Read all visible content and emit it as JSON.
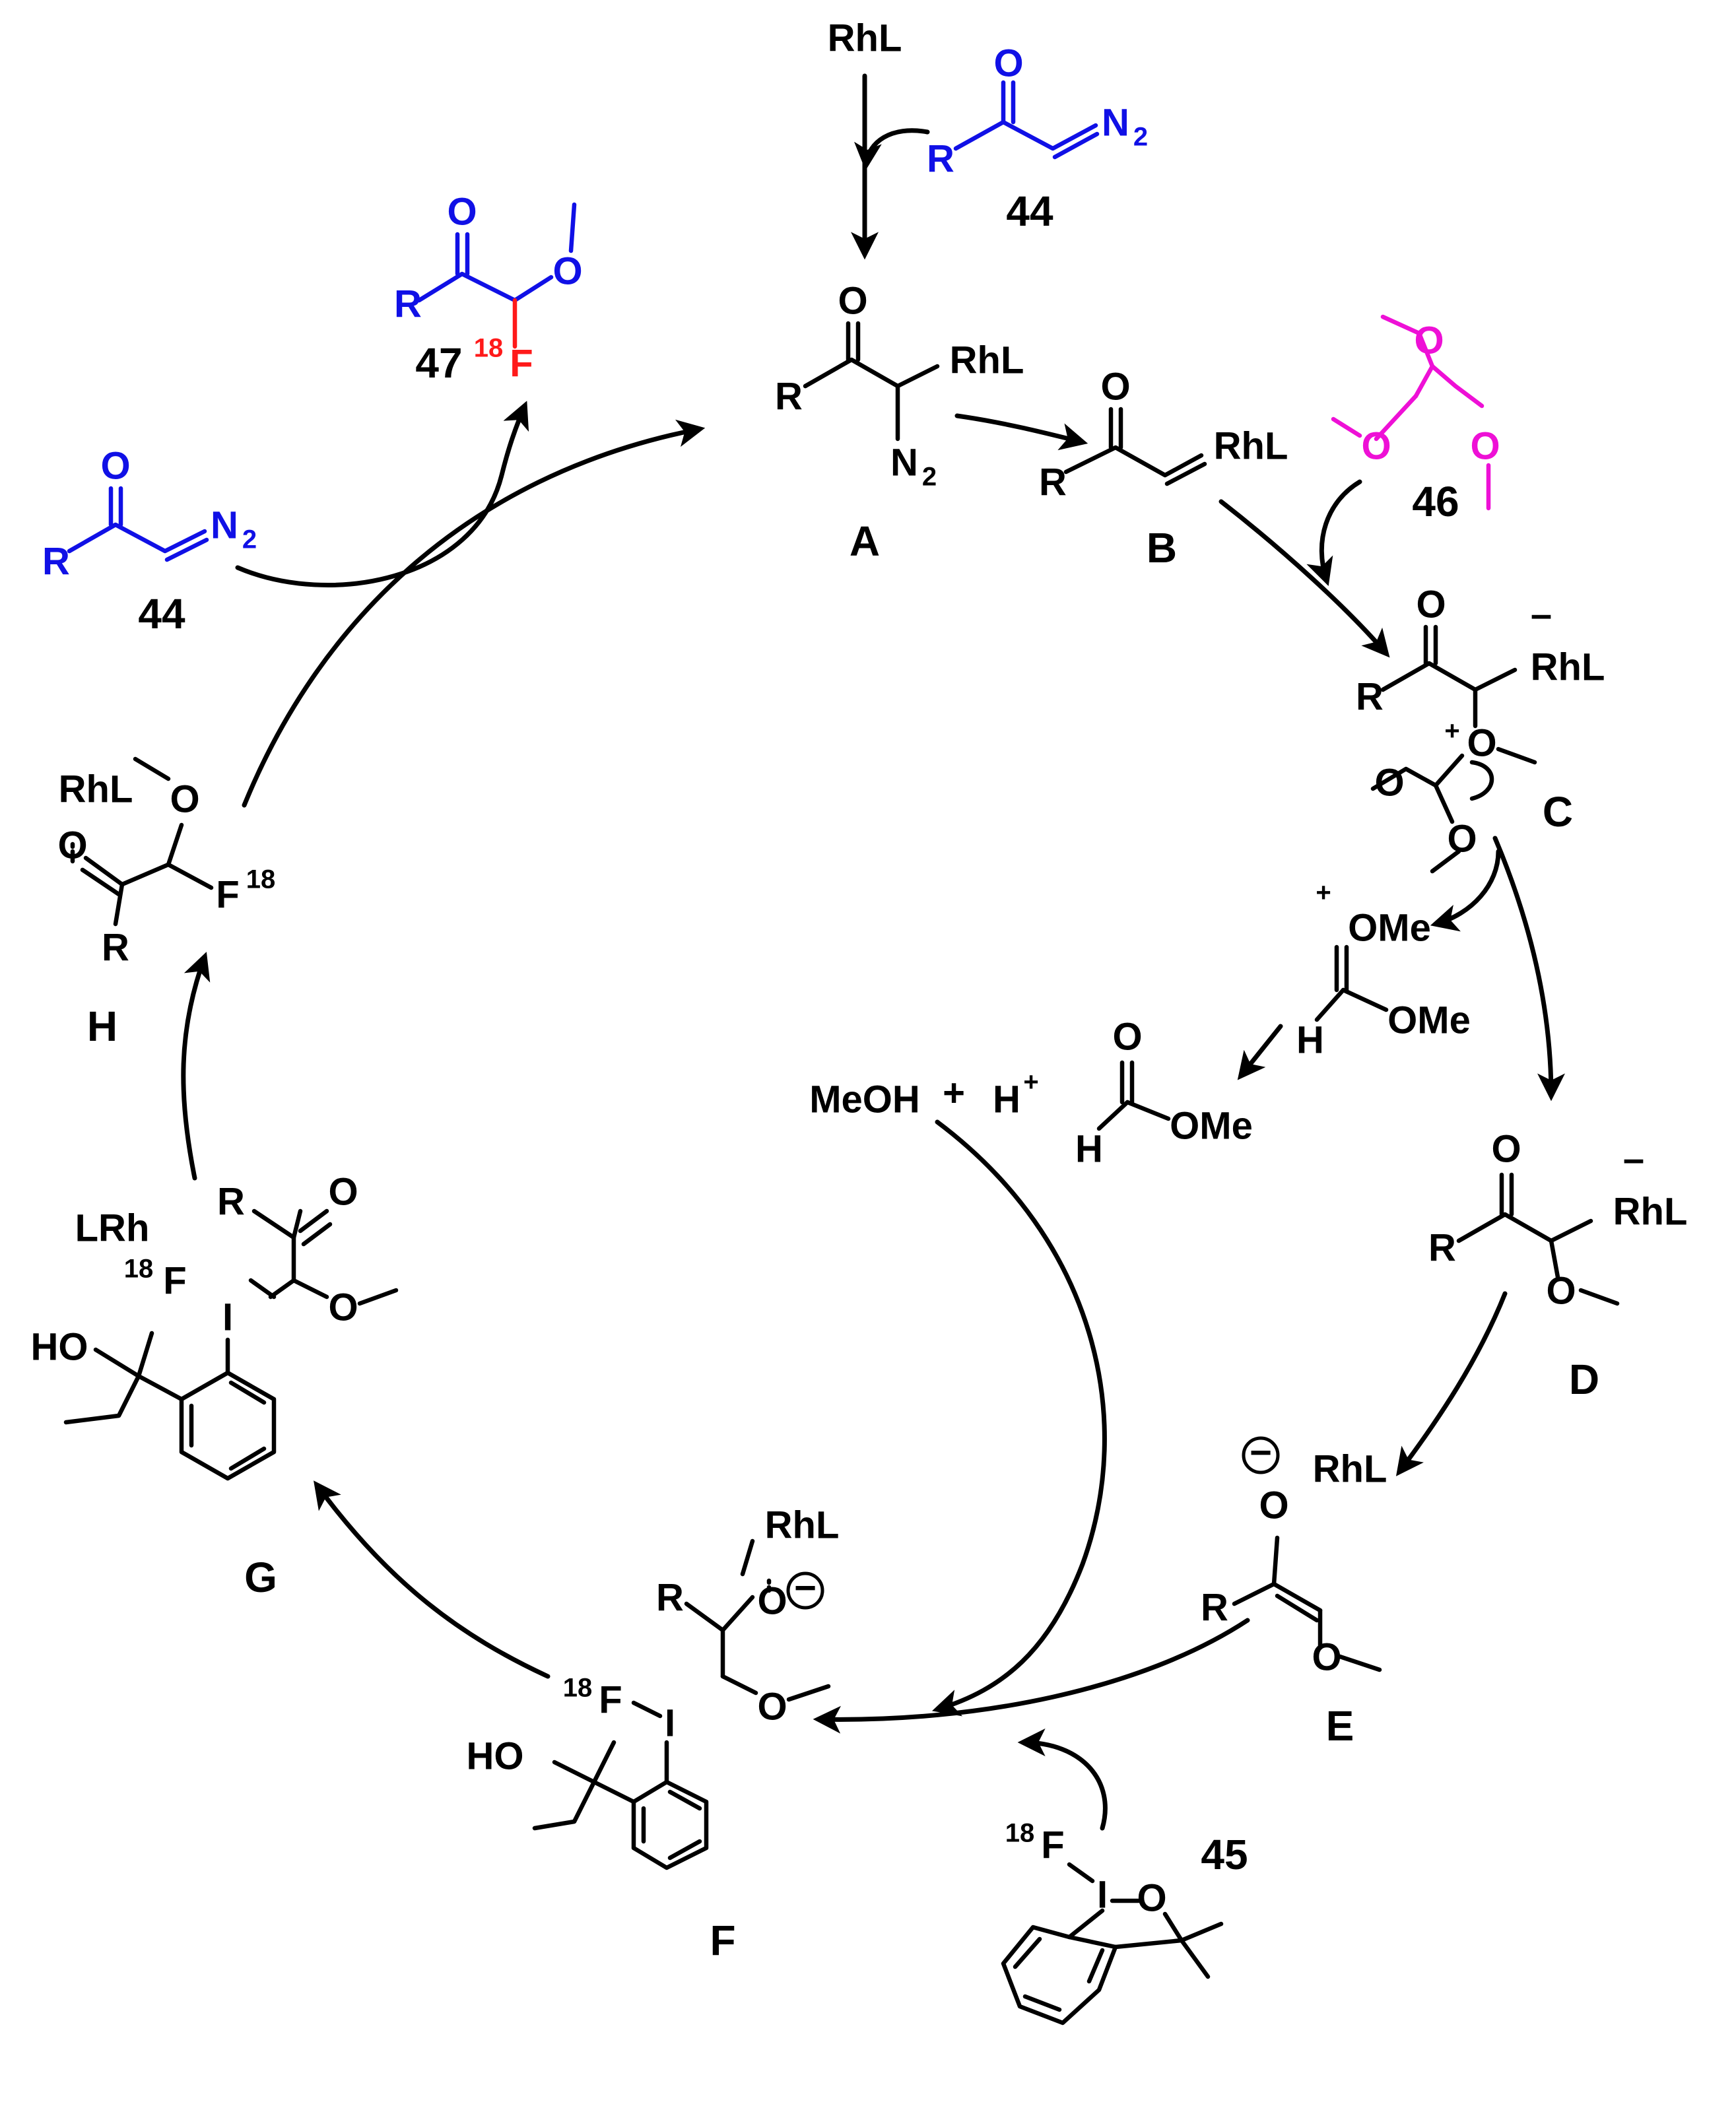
{
  "colors": {
    "ink": "#000000",
    "diazo": "#1010e6",
    "orthoformate": "#ee10d6",
    "fluorine": "#ff1a1a"
  },
  "compounds": {
    "A": {
      "label": "A",
      "rhl": "RhL",
      "r": "R",
      "o": "O",
      "n": "N",
      "n_sub": "2"
    },
    "B": {
      "label": "B",
      "rhl": "RhL",
      "r": "R",
      "o": "O"
    },
    "C": {
      "label": "C",
      "rhl": "RhL",
      "r": "R",
      "o": "O",
      "charge_minus": "–",
      "charge_plus": "+"
    },
    "D": {
      "label": "D",
      "rhl": "RhL",
      "r": "R",
      "o": "O",
      "charge_minus": "–"
    },
    "E": {
      "label": "E",
      "rhl": "RhL",
      "r": "R",
      "o": "O",
      "charge_anion": "−"
    },
    "F": {
      "label": "F",
      "rhl": "RhL",
      "r": "R",
      "o": "O",
      "iodine": "I",
      "fluorine": "F",
      "f_iso": "18",
      "ho": "HO",
      "charge_anion": "−"
    },
    "G": {
      "label": "G",
      "lrh": "LRh",
      "r": "R",
      "o": "O",
      "iodine": "I",
      "fluorine": "F",
      "f_iso": "18",
      "ho": "HO"
    },
    "H": {
      "label": "H",
      "rhl": "RhL",
      "r": "R",
      "o": "O",
      "fluorine": "F",
      "f_iso": "18"
    }
  },
  "reagents": {
    "rhl_top": "RhL",
    "diazo_44": {
      "label": "44",
      "r": "R",
      "o": "O",
      "n": "N",
      "n_sub": "2"
    },
    "orthoformate_46": {
      "label": "46",
      "o": "O"
    },
    "hypervalent_45": {
      "label": "45",
      "iodine": "I",
      "fluorine": "F",
      "f_iso": "18",
      "o": "O"
    },
    "product_47": {
      "label": "47",
      "r": "R",
      "o": "O",
      "fluorine": "F",
      "f_iso": "18"
    }
  },
  "byproducts": {
    "oxocarbenium": {
      "o": "O",
      "ome": "OMe",
      "h": "H",
      "charge_plus": "+"
    },
    "methyl_formate": {
      "o": "O",
      "ome": "OMe",
      "h": "H"
    },
    "meoh": "MeOH",
    "plus": "+",
    "proton": "H",
    "proton_charge": "+"
  }
}
